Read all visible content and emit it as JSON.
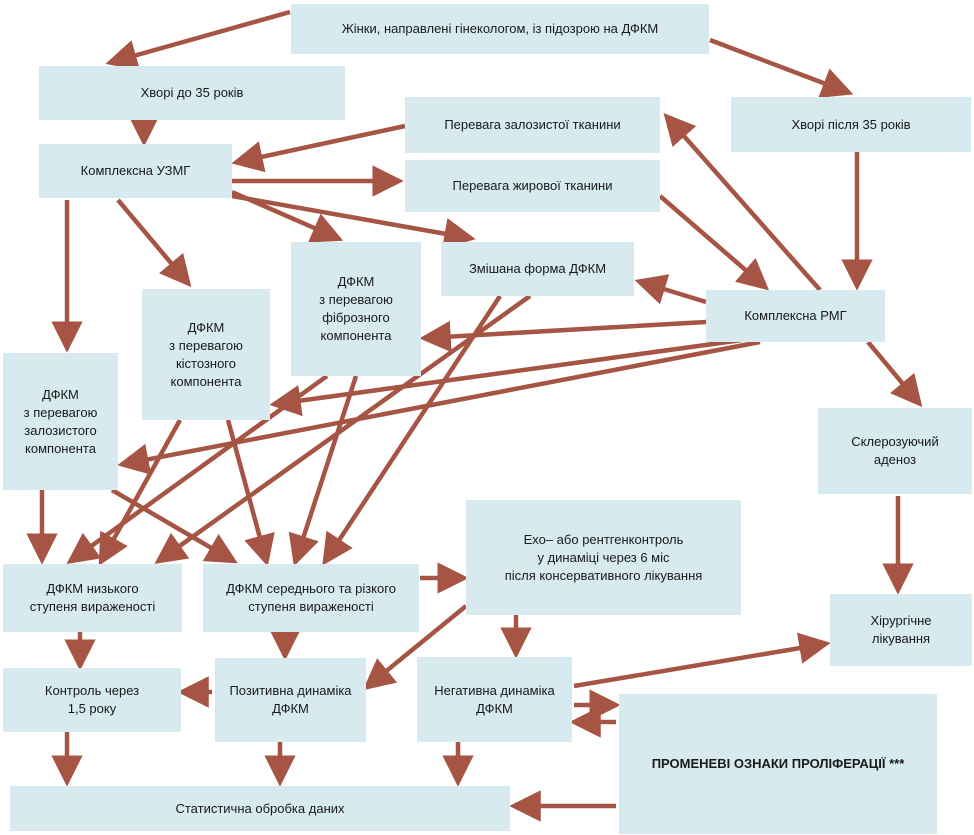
{
  "colors": {
    "box_fill": "#d6eaef",
    "arrow": "#a65443",
    "text": "#1a1a1a"
  },
  "nodes": {
    "women": "Жінки, направлені гінекологом, із підозрою на ДФКМ",
    "under35": "Хворі до 35 років",
    "over35": "Хворі після 35 років",
    "uzmg": "Комплексна УЗМГ",
    "glandular": "Перевага залозистої тканини",
    "fatty": "Перевага жирової тканини",
    "mixed": "Змішана форма ДФКМ",
    "rmg": "Комплексна РМГ",
    "fibrous": "ДФКМ\nз перевагою\nфіброзного\nкомпонента",
    "cystic": "ДФКМ\nз перевагою\nкістозного\nкомпонента",
    "glandcomp": "ДФКМ\nз перевагою\nзалозистого\nкомпонента",
    "sclerosing": "Склерозуючий\nаденоз",
    "low": "ДФКМ низького\nступеня вираженості",
    "medium": "ДФКМ середнього та різкого\nступеня вираженості",
    "echo": "Ехо– або рентгенконтроль\nу динаміці через 6 міс\nпісля консервативного лікування",
    "surgery": "Хірургічне\nлікування",
    "control": "Контроль через\n1,5 року",
    "positive": "Позитивна динаміка\nДФКМ",
    "negative": "Негативна динаміка\nДФКМ",
    "proliferation": "ПРОМЕНЕВІ ОЗНАКИ ПРОЛІФЕРАЦІЇ ***",
    "stats": "Статистична обробка даних"
  }
}
